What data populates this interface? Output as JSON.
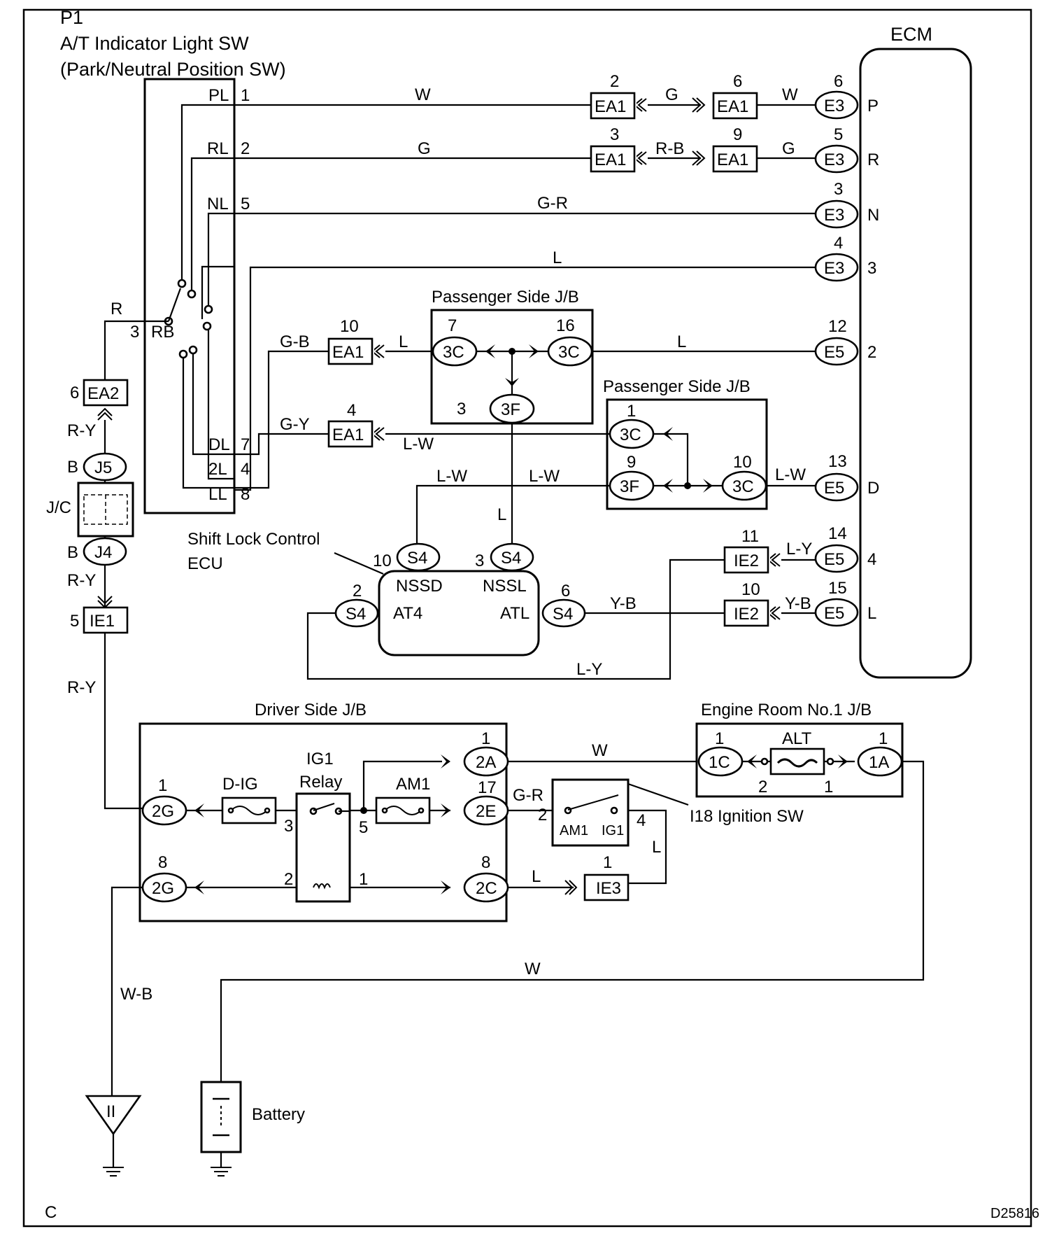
{
  "corner_label": "C",
  "figure_code": "D25816",
  "switch_p1": {
    "code": "P1",
    "name": "A/T Indicator Light SW",
    "subtitle": "(Park/Neutral Position SW)",
    "terminals": {
      "PL": "PL",
      "PL_pin": "1",
      "RL": "RL",
      "RL_pin": "2",
      "NL": "NL",
      "NL_pin": "5",
      "RB": "RB",
      "RB_pin": "3",
      "DL": "DL",
      "DL_pin": "7",
      "L2": "2L",
      "L2_pin": "4",
      "LL": "LL",
      "LL_pin": "8"
    }
  },
  "ecm": {
    "title": "ECM",
    "pins": [
      {
        "conn": "E3",
        "num": "6",
        "term": "P"
      },
      {
        "conn": "E3",
        "num": "5",
        "term": "R"
      },
      {
        "conn": "E3",
        "num": "3",
        "term": "N"
      },
      {
        "conn": "E3",
        "num": "4",
        "term": "3"
      },
      {
        "conn": "E5",
        "num": "12",
        "term": "2"
      },
      {
        "conn": "E5",
        "num": "13",
        "term": "D"
      },
      {
        "conn": "E5",
        "num": "14",
        "term": "4"
      },
      {
        "conn": "E5",
        "num": "15",
        "term": "L"
      }
    ]
  },
  "connectors": {
    "ea1_a": {
      "name": "EA1",
      "num": "2"
    },
    "ea1_b": {
      "name": "EA1",
      "num": "6"
    },
    "ea1_c": {
      "name": "EA1",
      "num": "3"
    },
    "ea1_d": {
      "name": "EA1",
      "num": "9"
    },
    "ea1_e": {
      "name": "EA1",
      "num": "10"
    },
    "ea1_f": {
      "name": "EA1",
      "num": "4"
    },
    "ea2": {
      "name": "EA2",
      "num": "6"
    },
    "ie1": {
      "name": "IE1",
      "num": "5"
    },
    "ie2_a": {
      "name": "IE2",
      "num": "11"
    },
    "ie2_b": {
      "name": "IE2",
      "num": "10"
    },
    "ie3": {
      "name": "IE3",
      "num": "1"
    },
    "j5": {
      "name": "J5",
      "pin": "B"
    },
    "j4": {
      "name": "J4",
      "pin": "B"
    },
    "jc": {
      "name": "J/C"
    }
  },
  "wires": {
    "w1": "W",
    "w2": "G",
    "w3": "W",
    "w4": "G",
    "w5": "R-B",
    "w6": "G",
    "w7": "G-R",
    "w8": "L",
    "w9": "R",
    "w10": "G-B",
    "w11": "L",
    "w12": "L",
    "w13": "G-Y",
    "w14": "L-W",
    "w15": "L-W",
    "w16": "L-W",
    "w17": "L-W",
    "w18": "L",
    "w19": "L-Y",
    "w20": "Y-B",
    "w21": "Y-B",
    "w22": "L-Y",
    "w23": "R-Y",
    "w24": "R-Y",
    "w25": "R-Y",
    "w26": "W",
    "w27": "G-R",
    "w28": "L",
    "w29": "L",
    "w30": "W",
    "w31": "W-B"
  },
  "passenger_jb_1": {
    "title": "Passenger Side J/B",
    "left": {
      "name": "3C",
      "num": "7"
    },
    "right": {
      "name": "3C",
      "num": "16"
    },
    "bottom": {
      "name": "3F",
      "num": "3"
    }
  },
  "passenger_jb_2": {
    "title": "Passenger Side J/B",
    "top": {
      "name": "3C",
      "num": "1"
    },
    "left": {
      "name": "3F",
      "num": "9"
    },
    "right": {
      "name": "3C",
      "num": "10"
    }
  },
  "shift_lock_ecu": {
    "title_line1": "Shift Lock Control",
    "title_line2": "ECU",
    "nssd": "NSSD",
    "nssl": "NSSL",
    "at4": "AT4",
    "atl": "ATL",
    "s4_nssd": {
      "name": "S4",
      "num": "10"
    },
    "s4_nssl": {
      "name": "S4",
      "num": "3"
    },
    "s4_at4": {
      "name": "S4",
      "num": "2"
    },
    "s4_atl": {
      "name": "S4",
      "num": "6"
    }
  },
  "driver_jb": {
    "title": "Driver Side J/B",
    "c2g_top": {
      "name": "2G",
      "num": "1"
    },
    "c2g_bot": {
      "name": "2G",
      "num": "8"
    },
    "c2a": {
      "name": "2A",
      "num": "1"
    },
    "c2e": {
      "name": "2E",
      "num": "17"
    },
    "c2c": {
      "name": "2C",
      "num": "8"
    },
    "dig_fuse": "D-IG",
    "am1_fuse": "AM1",
    "relay_line1": "IG1",
    "relay_line2": "Relay",
    "relay_pins": {
      "p3": "3",
      "p5": "5",
      "p2": "2",
      "p1": "1"
    }
  },
  "ignition_sw": {
    "label": "I18 Ignition SW",
    "am1": "AM1",
    "ig1": "IG1",
    "pin2": "2",
    "pin4": "4"
  },
  "engine_room_jb": {
    "title": "Engine Room No.1 J/B",
    "c1c": {
      "name": "1C",
      "num": "1"
    },
    "c1a": {
      "name": "1A",
      "num": "1"
    },
    "alt_fuse": "ALT",
    "pin2": "2",
    "pin1": "1"
  },
  "ground_symbol": "II",
  "battery": "Battery"
}
